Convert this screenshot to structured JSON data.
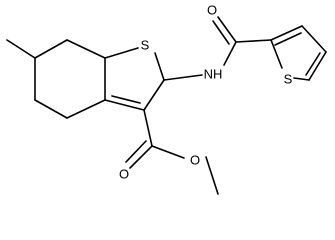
{
  "labels": {
    "s_ring": "S",
    "s_thiophene": "S",
    "o_amide": "O",
    "nh": "NH",
    "o_ester_carbonyl": "O",
    "o_ester_ether": "O"
  },
  "colors": {
    "bond": "#000000",
    "text": "#000000",
    "background": "#ffffff"
  }
}
